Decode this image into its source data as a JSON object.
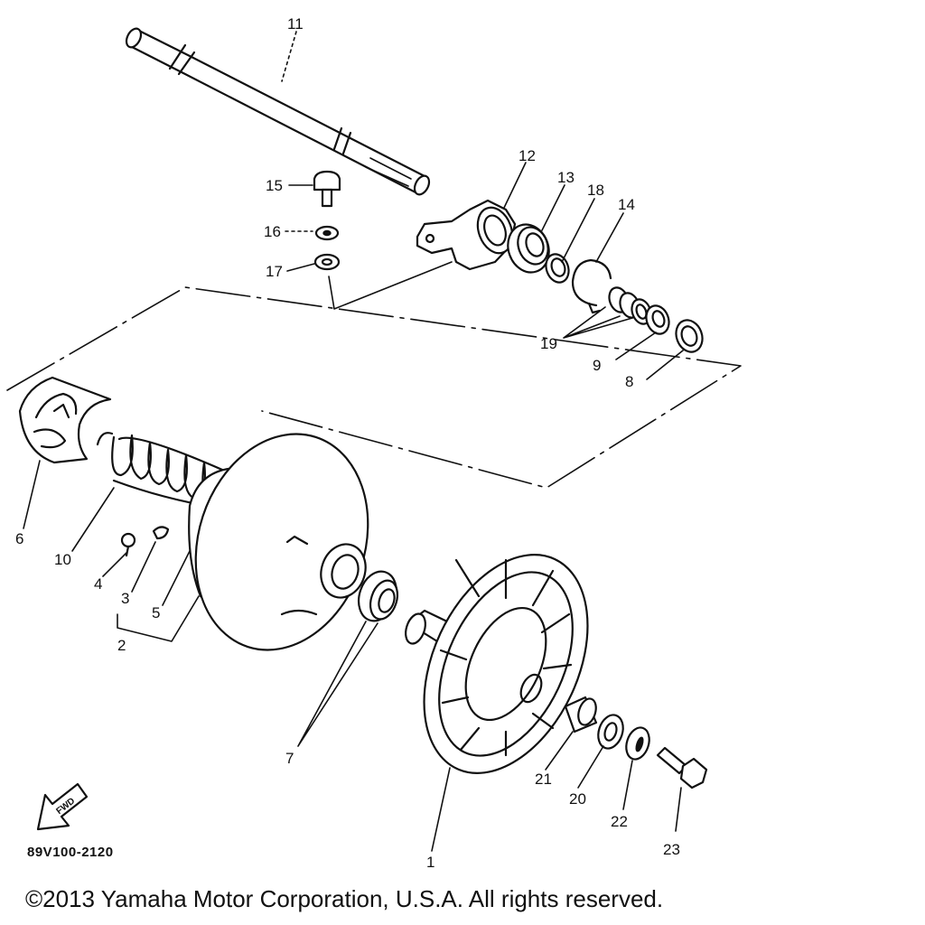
{
  "diagram": {
    "part_labels": {
      "p1": "1",
      "p2": "2",
      "p3": "3",
      "p4": "4",
      "p5": "5",
      "p6": "6",
      "p7": "7",
      "p8": "8",
      "p9": "9",
      "p10": "10",
      "p11": "11",
      "p12": "12",
      "p13": "13",
      "p14": "14",
      "p15": "15",
      "p16": "16",
      "p17": "17",
      "p18": "18",
      "p19": "19",
      "p20": "20",
      "p21": "21",
      "p22": "22",
      "p23": "23"
    },
    "front_marker": "FWD",
    "drawing_code": "89V100-2120"
  },
  "footer": {
    "copyright": "©2013 Yamaha Motor Corporation, U.S.A. All rights reserved."
  }
}
